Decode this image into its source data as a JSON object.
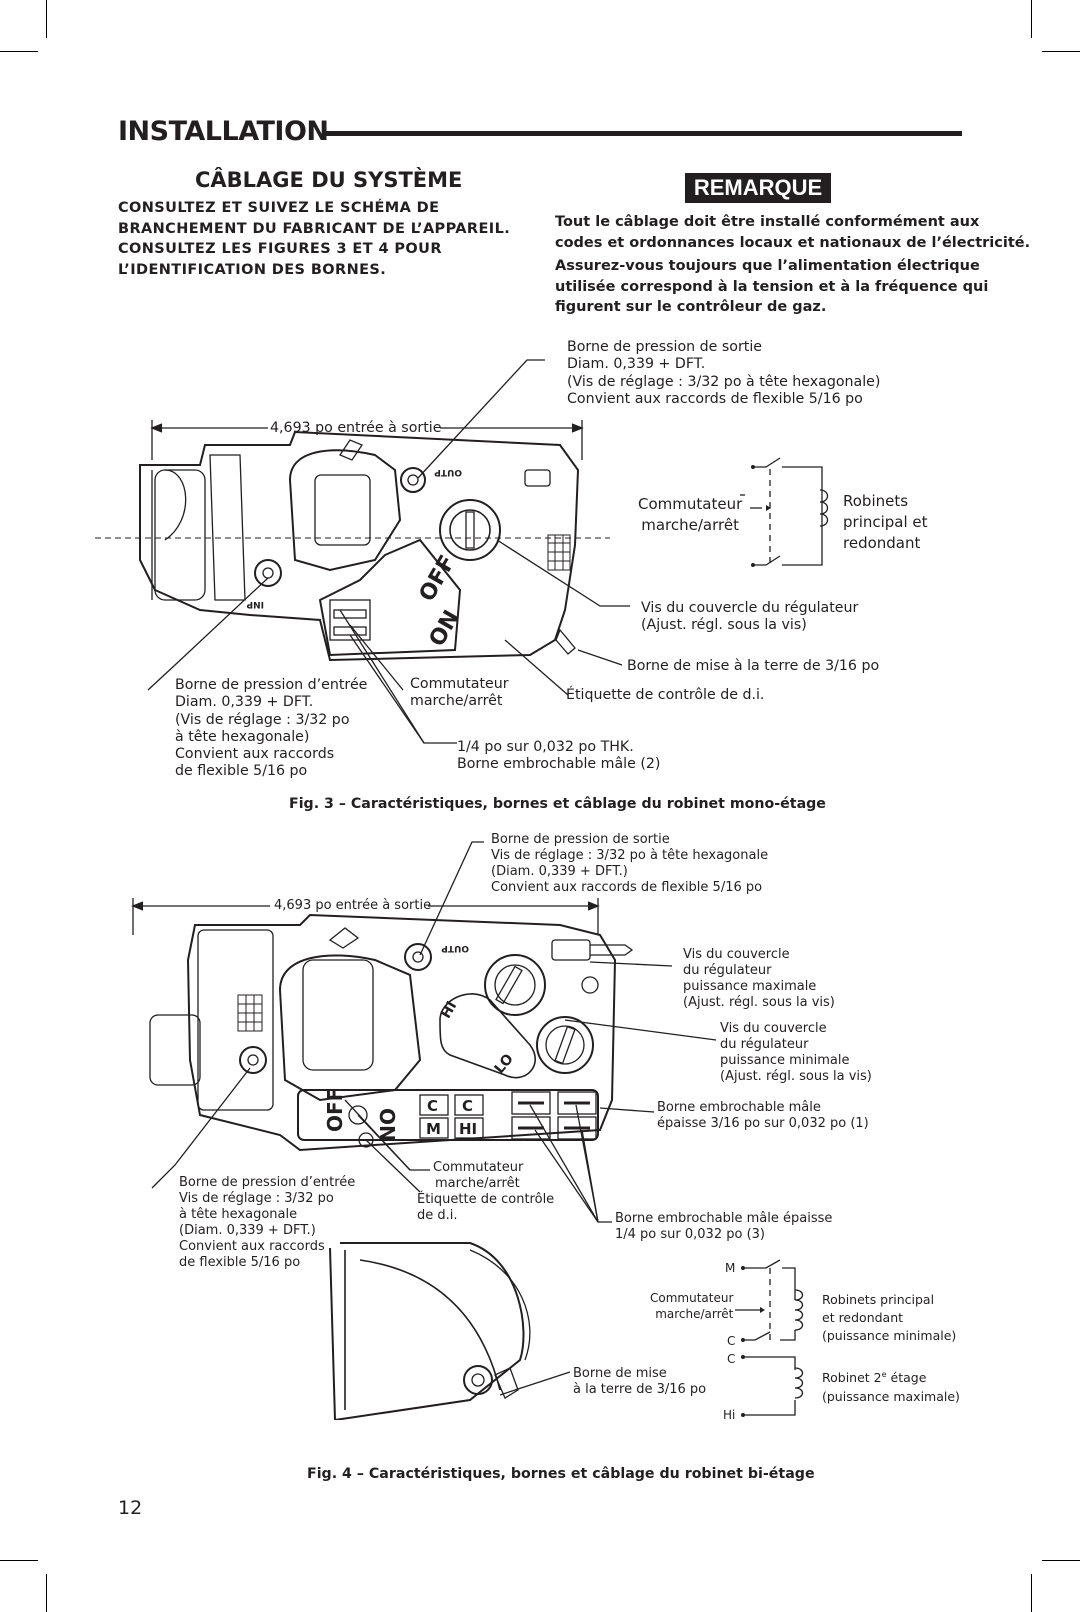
{
  "header": {
    "title": "INSTALLATION"
  },
  "section": {
    "title": "CÂBLAGE DU SYSTÈME",
    "instructions": [
      "CONSULTEZ ET SUIVEZ LE SCHÉMA DE",
      "BRANCHEMENT DU FABRICANT DE L’APPAREIL.",
      "CONSULTEZ LES FIGURES 3 ET 4 POUR",
      "L’IDENTIFICATION DES BORNES."
    ]
  },
  "note": {
    "badge": "REMARQUE",
    "para1": [
      "Tout le câblage doit être installé conformément aux",
      "codes et ordonnances locaux et nationaux de l’électricité."
    ],
    "para2": [
      "Assurez-vous toujours que l’alimentation électrique",
      "utilisée correspond à la tension et à la fréquence qui",
      "figurent sur le contrôleur de gaz."
    ]
  },
  "fig3": {
    "outlet_label": [
      "Borne de pression de sortie",
      "Diam. 0,339 + DFT.",
      "(Vis de réglage : 3/32 po à tête hexagonale)",
      "Convient aux raccords de flexible 5/16 po"
    ],
    "dimension": "4,693 po entrée à sortie",
    "switch_right": [
      "Commutateur",
      "marche/arrêt"
    ],
    "valves": [
      "Robinets",
      "principal et",
      "redondant"
    ],
    "regulator": [
      "Vis du couvercle du régulateur",
      "(Ajust. régl. sous la vis)"
    ],
    "ground": "Borne de mise à la terre de 3/16 po",
    "inlet_label": [
      "Borne de pression d’entrée",
      "Diam. 0,339 + DFT.",
      "(Vis de réglage : 3/32 po",
      "à tête hexagonale)",
      "Convient aux raccords",
      "de flexible 5/16 po"
    ],
    "switch_bottom": [
      "Commutateur",
      "marche/arrêt"
    ],
    "di_label": "Étiquette de contrôle de d.i.",
    "terminal": [
      "1/4 po sur 0,032 po THK.",
      "Borne embrochable mâle (2)"
    ],
    "caption": "Fig. 3 – Caractéristiques, bornes et câblage du robinet mono-étage",
    "body_marks": {
      "inp": "INP",
      "outp": "OUTP",
      "off": "OFF",
      "on": "ON"
    }
  },
  "fig4": {
    "outlet_label": [
      "Borne de pression de sortie",
      "Vis de réglage : 3/32 po à tête hexagonale",
      "(Diam. 0,339 + DFT.)",
      "Convient aux raccords de flexible 5/16 po"
    ],
    "dimension": "4,693 po entrée à sortie",
    "reg_max": [
      "Vis du couvercle",
      "du régulateur",
      "puissance maximale",
      "(Ajust. régl. sous la vis)"
    ],
    "reg_min": [
      "Vis du couvercle",
      "du régulateur",
      "puissance minimale",
      "(Ajust. régl. sous la vis)"
    ],
    "thick_terminal_1": [
      "Borne embrochable mâle",
      "épaisse 3/16 po sur 0,032 po (1)"
    ],
    "inlet_label": [
      "Borne de pression d’entrée",
      "Vis de réglage : 3/32 po",
      "à tête hexagonale",
      "(Diam. 0,339 + DFT.)",
      "Convient aux raccords",
      "de flexible 5/16 po"
    ],
    "switch": [
      "Commutateur",
      "marche/arrêt"
    ],
    "di_label": [
      "Étiquette de contrôle",
      "de d.i."
    ],
    "thick_terminal_3": [
      "Borne embrochable mâle épaisse",
      "1/4 po sur 0,032 po (3)"
    ],
    "ground": [
      "Borne de mise",
      "à la terre de 3/16 po"
    ],
    "schematic": {
      "m": "M",
      "c1": "C",
      "c2": "C",
      "hi": "Hi",
      "switch": [
        "Commutateur",
        "marche/arrêt"
      ],
      "valves_min": [
        "Robinets principal",
        "et redondant",
        "(puissance minimale)"
      ],
      "stage2_pre": "Robinet 2",
      "stage2_sup": "e",
      "stage2_post": " étage",
      "stage2_sub": "(puissance maximale)"
    },
    "body_marks": {
      "outp": "OUTP",
      "hi": "HI",
      "lo": "LO",
      "off": "OFF",
      "on": "ON",
      "c": "C",
      "m": "M"
    },
    "caption": "Fig. 4 – Caractéristiques, bornes et câblage du robinet bi-étage"
  },
  "footer": {
    "page_number": "12"
  }
}
